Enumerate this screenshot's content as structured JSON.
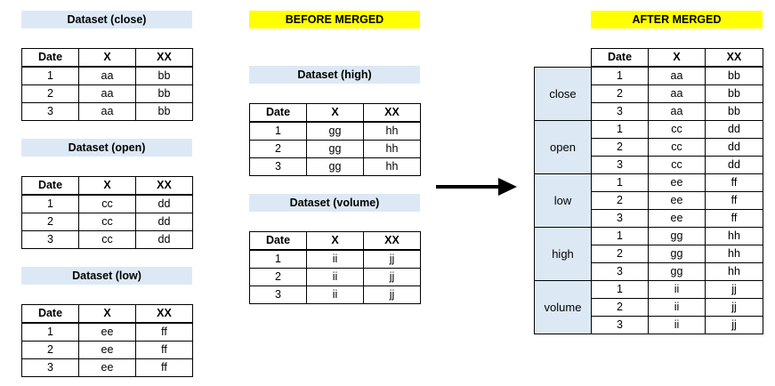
{
  "headers": [
    "Date",
    "X",
    "XX"
  ],
  "before_title": "BEFORE MERGED",
  "after_title": "AFTER MERGED",
  "datasets": [
    {
      "key": "close",
      "title": "Dataset (close)",
      "rows": [
        [
          "1",
          "aa",
          "bb"
        ],
        [
          "2",
          "aa",
          "bb"
        ],
        [
          "3",
          "aa",
          "bb"
        ]
      ]
    },
    {
      "key": "open",
      "title": "Dataset (open)",
      "rows": [
        [
          "1",
          "cc",
          "dd"
        ],
        [
          "2",
          "cc",
          "dd"
        ],
        [
          "3",
          "cc",
          "dd"
        ]
      ]
    },
    {
      "key": "low",
      "title": "Dataset (low)",
      "rows": [
        [
          "1",
          "ee",
          "ff"
        ],
        [
          "2",
          "ee",
          "ff"
        ],
        [
          "3",
          "ee",
          "ff"
        ]
      ]
    },
    {
      "key": "high",
      "title": "Dataset (high)",
      "rows": [
        [
          "1",
          "gg",
          "hh"
        ],
        [
          "2",
          "gg",
          "hh"
        ],
        [
          "3",
          "gg",
          "hh"
        ]
      ]
    },
    {
      "key": "volume",
      "title": "Dataset (volume)",
      "rows": [
        [
          "1",
          "ii",
          "jj"
        ],
        [
          "2",
          "ii",
          "jj"
        ],
        [
          "3",
          "ii",
          "jj"
        ]
      ]
    }
  ],
  "merged_groups": [
    {
      "label": "close",
      "rows": [
        [
          "1",
          "aa",
          "bb"
        ],
        [
          "2",
          "aa",
          "bb"
        ],
        [
          "3",
          "aa",
          "bb"
        ]
      ]
    },
    {
      "label": "open",
      "rows": [
        [
          "1",
          "cc",
          "dd"
        ],
        [
          "2",
          "cc",
          "dd"
        ],
        [
          "3",
          "cc",
          "dd"
        ]
      ]
    },
    {
      "label": "low",
      "rows": [
        [
          "1",
          "ee",
          "ff"
        ],
        [
          "2",
          "ee",
          "ff"
        ],
        [
          "3",
          "ee",
          "ff"
        ]
      ]
    },
    {
      "label": "high",
      "rows": [
        [
          "1",
          "gg",
          "hh"
        ],
        [
          "2",
          "gg",
          "hh"
        ],
        [
          "3",
          "gg",
          "hh"
        ]
      ]
    },
    {
      "label": "volume",
      "rows": [
        [
          "1",
          "ii",
          "jj"
        ],
        [
          "2",
          "ii",
          "jj"
        ],
        [
          "3",
          "ii",
          "jj"
        ]
      ]
    }
  ],
  "colors": {
    "title_fill": "#dce9f5",
    "header_fill": "#ffff00",
    "arrow": "#000000"
  },
  "icons": {
    "arrow": "right-arrow-icon"
  }
}
